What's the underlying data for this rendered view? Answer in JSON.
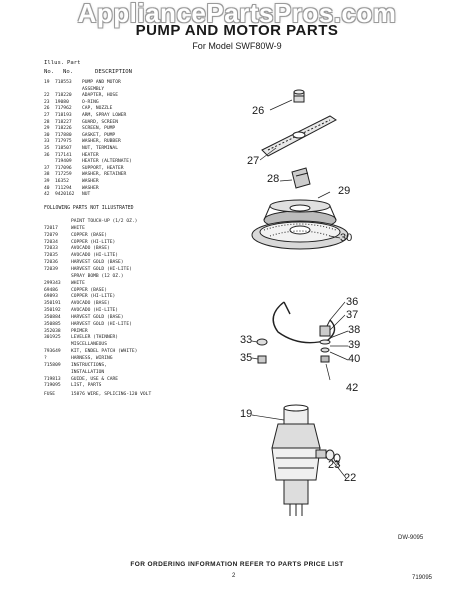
{
  "watermark": "AppliancePartsPros.com",
  "title": "PUMP AND MOTOR PARTS",
  "subtitle": "For Model SWF80W-9",
  "columns": {
    "illus": "Illus.",
    "part": "Part",
    "no1": "No.",
    "no2": "No.",
    "description": "DESCRIPTION"
  },
  "parts": [
    {
      "illus": "19",
      "part": "718553",
      "desc": "PUMP AND MOTOR"
    },
    {
      "illus": "",
      "part": "",
      "desc": "ASSEMBLY"
    },
    {
      "illus": "22",
      "part": "718220",
      "desc": "ADAPTER, HOSE"
    },
    {
      "illus": "23",
      "part": "19080",
      "desc": "O-RING"
    },
    {
      "illus": "26",
      "part": "717962",
      "desc": "CAP, NOZZLE"
    },
    {
      "illus": "27",
      "part": "718193",
      "desc": "ARM, SPRAY LOWER"
    },
    {
      "illus": "28",
      "part": "718227",
      "desc": "GUARD, SCREEN"
    },
    {
      "illus": "29",
      "part": "718226",
      "desc": "SCREEN, PUMP"
    },
    {
      "illus": "30",
      "part": "717880",
      "desc": "GASKET, PUMP"
    },
    {
      "illus": "33",
      "part": "717975",
      "desc": "WASHER, RUBBER"
    },
    {
      "illus": "35",
      "part": "718507",
      "desc": "NUT, TERMINAL"
    },
    {
      "illus": "36",
      "part": "717141",
      "desc": "HEATER"
    },
    {
      "illus": "",
      "part": "719409",
      "desc": "HEATER (ALTERNATE)"
    },
    {
      "illus": "37",
      "part": "717096",
      "desc": "SUPPORT, HEATER"
    },
    {
      "illus": "38",
      "part": "717259",
      "desc": "WASHER, RETAINER"
    },
    {
      "illus": "39",
      "part": "16352",
      "desc": "WASHER"
    },
    {
      "illus": "40",
      "part": "711294",
      "desc": "WASHER"
    },
    {
      "illus": "42",
      "part": "9420162",
      "desc": "NUT"
    }
  ],
  "not_illustrated_heading": "FOLLOWING PARTS NOT ILLUSTRATED",
  "extras": [
    {
      "part": "",
      "desc": "PAINT TOUCH-UP (1/2 OZ.)"
    },
    {
      "part": "72017",
      "desc": "WHITE"
    },
    {
      "part": "72079",
      "desc": "COPPER (BASE)"
    },
    {
      "part": "72034",
      "desc": "COPPER (HI-LITE)"
    },
    {
      "part": "72033",
      "desc": "AVOCADO (BASE)"
    },
    {
      "part": "72035",
      "desc": "AVOCADO (HI-LITE)"
    },
    {
      "part": "72036",
      "desc": "HARVEST GOLD (BASE)"
    },
    {
      "part": "72039",
      "desc": "HARVEST GOLD (HI-LITE)"
    },
    {
      "part": "",
      "desc": "SPRAY BOMB (12 OZ.)"
    },
    {
      "part": "299343",
      "desc": "WHITE"
    },
    {
      "part": "69486",
      "desc": "COPPER (BASE)"
    },
    {
      "part": "69893",
      "desc": "COPPER (HI-LITE)"
    },
    {
      "part": "350191",
      "desc": "AVOCADO (BASE)"
    },
    {
      "part": "350192",
      "desc": "AVOCADO (HI-LITE)"
    },
    {
      "part": "350884",
      "desc": "HARVEST GOLD (BASE)"
    },
    {
      "part": "350885",
      "desc": "HARVEST GOLD (HI-LITE)"
    },
    {
      "part": "352038",
      "desc": "PRIMER"
    },
    {
      "part": "301925",
      "desc": "LEVELER (THINNER)"
    },
    {
      "part": "",
      "desc": "MISCELLANEOUS"
    },
    {
      "part": "793649",
      "desc": "KIT, ENDEL PATCH (WHITE)"
    },
    {
      "part": "?",
      "desc": "HARNESS, WIRING"
    },
    {
      "part": "715809",
      "desc": "INSTRUCTIONS,"
    },
    {
      "part": "",
      "desc": "INSTALLATION"
    },
    {
      "part": "719813",
      "desc": "GUIDE, USE & CARE"
    },
    {
      "part": "719095",
      "desc": "LIST, PARTS"
    }
  ],
  "fuse": {
    "label": "FUSE",
    "desc": "15876 WIRE, SPLICING-120 VOLT"
  },
  "callouts": {
    "c26": "26",
    "c27": "27",
    "c28": "28",
    "c29": "29",
    "c30": "30",
    "c36": "36",
    "c37": "37",
    "c38": "38",
    "c39": "39",
    "c40": "40",
    "c33": "33",
    "c35": "35",
    "c42": "42",
    "c19": "19",
    "c23": "23",
    "c22": "22"
  },
  "diagram_code": "DW-9095",
  "footer": "FOR ORDERING INFORMATION REFER TO PARTS PRICE LIST",
  "page_number": "2",
  "doc_number": "719095"
}
